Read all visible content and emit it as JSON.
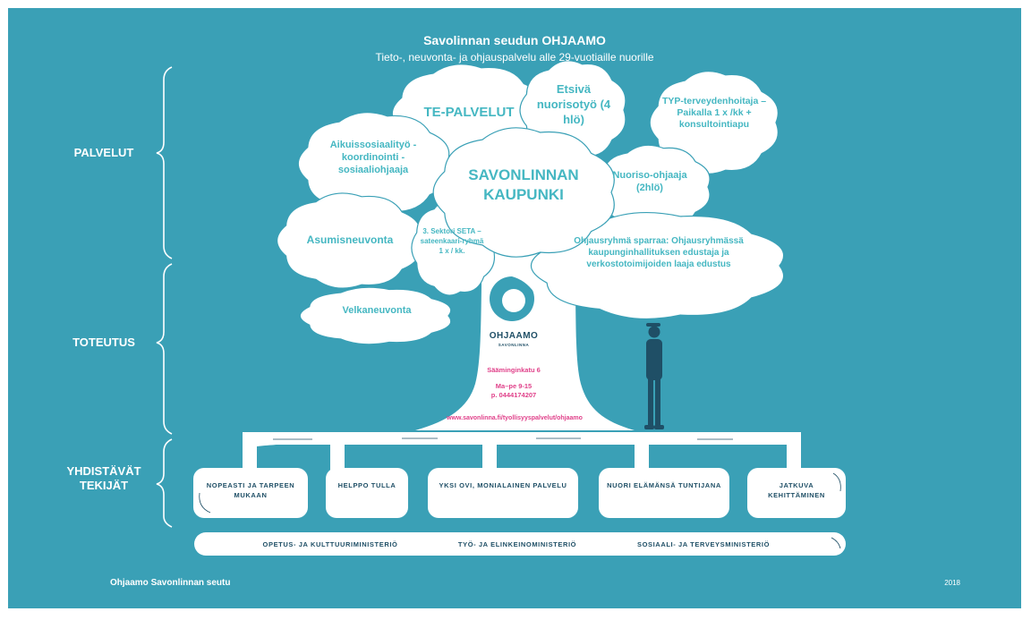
{
  "header": {
    "title": "Savolinnan seudun OHJAAMO",
    "subtitle": "Tieto-, neuvonta- ja ohjauspalvelu alle 29-vuotiaille nuorille"
  },
  "side_labels": {
    "palvelut": "PALVELUT",
    "toteutus": "TOTEUTUS",
    "yhdistavat": "YHDISTÄVÄT TEKIJÄT"
  },
  "clouds": {
    "te_palvelut": "TE-PALVELUT",
    "etsiva": "Etsivä nuorisotyö (4 hlö)",
    "typ": "TYP-terveydenhoitaja – Paikalla 1 x /kk + konsultointiapu",
    "aikuissosiaalityo": "Aikuissosiaalityö - koordinointi - sosiaaliohjaaja",
    "kaupunki": "SAVONLINNAN KAUPUNKI",
    "nuoriso": "Nuoriso-ohjaaja (2hlö)",
    "asumisneuvonta": "Asumisneuvonta",
    "sektori": "3. Sektori SETA – sateenkaari-ryhmä 1 x / kk.",
    "ohjausryhma": "Ohjausryhmä sparraa: Ohjausryhmässä kaupunginhallituksen edustaja ja verkostotoimijoiden laaja edustus",
    "velkaneuvonta": "Velkaneuvonta"
  },
  "trunk": {
    "logo_text": "OHJAAMO",
    "logo_sub": "SAVONLINNA",
    "address": "Sääminginkatu 6",
    "hours": "Ma–pe 9-15",
    "phone": "p. 0444174207",
    "url": "www.savonlinna.fi/tyollisyyspalvelut/ohjaamo"
  },
  "roots": [
    "NOPEASTI JA TARPEEN MUKAAN",
    "HELPPO TULLA",
    "YKSI OVI, MONIALAINEN PALVELU",
    "NUORI ELÄMÄNSÄ TUNTIJANA",
    "JATKUVA KEHITTÄMINEN"
  ],
  "ministries": [
    "OPETUS- JA KULTTUURIMINISTERIÖ",
    "TYÖ- JA ELINKEINOMINISTERIÖ",
    "SOSIAALI- JA TERVEYSMINISTERIÖ"
  ],
  "footer": {
    "left": "Ohjaamo Savonlinnan seutu",
    "year": "2018"
  },
  "colors": {
    "background": "#3aa0b6",
    "accent_teal": "#45b7c2",
    "dark_navy": "#1f4f66",
    "pink": "#e0418a"
  }
}
